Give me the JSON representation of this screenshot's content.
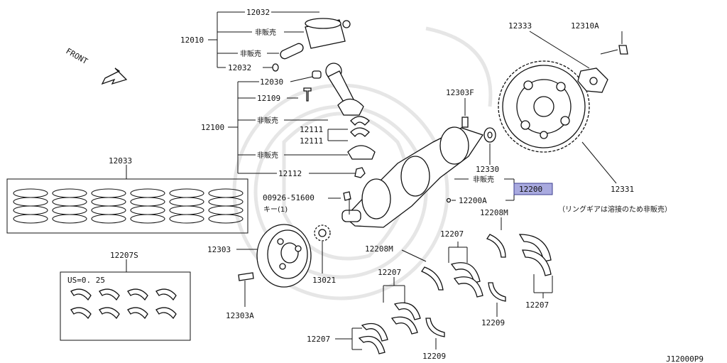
{
  "labels": {
    "p12032a": "12032",
    "p12010": "12010",
    "nsale1": "非販売",
    "nsale2": "非販売",
    "p12032b": "12032",
    "p12030": "12030",
    "p12109": "12109",
    "nsale3": "非販売",
    "p12100": "12100",
    "p12111a": "12111",
    "p12111b": "12111",
    "nsale4": "非販売",
    "p12112": "12112",
    "p12033": "12033",
    "p00926": "00926-51600",
    "key": "キー(1)",
    "p12303": "12303",
    "p13021": "13021",
    "p12303A": "12303A",
    "p12207S": "12207S",
    "us": "US=0. 25",
    "p12303F": "12303F",
    "p12330": "12330",
    "nsale5": "非販売",
    "p12200": "12200",
    "p12200A": "12200A",
    "p12333": "12333",
    "p12310A": "12310A",
    "p12331": "12331",
    "ringnote": "（リングギアは溶接のため非販売）",
    "p12208Ma": "12208M",
    "p12208Mb": "12208M",
    "p12207a": "12207",
    "p12207b": "12207",
    "p12207c": "12207",
    "p12207d": "12207",
    "p12209a": "12209",
    "p12209b": "12209",
    "front": "FRONT",
    "code": "J12000P9"
  },
  "colors": {
    "highlight": "#a9aadf",
    "ink": "#111111"
  }
}
